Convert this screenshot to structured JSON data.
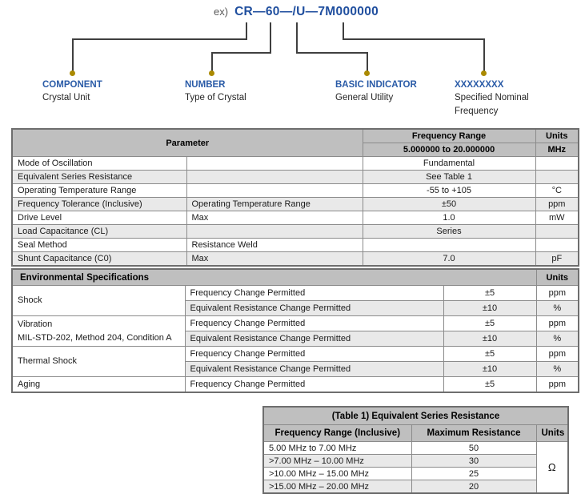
{
  "diagram": {
    "example_prefix": "ex)",
    "part_number": "CR—60—/U—7M000000",
    "labels": [
      {
        "title": "COMPONENT",
        "subtitle": "Crystal Unit"
      },
      {
        "title": "NUMBER",
        "subtitle": "Type of Crystal"
      },
      {
        "title": "BASIC INDICATOR",
        "subtitle": "General Utility"
      },
      {
        "title": "XXXXXXXX",
        "subtitle": "Specified Nominal Frequency"
      }
    ]
  },
  "spec_table": {
    "param_header": "Parameter",
    "freq_header": "Frequency Range",
    "freq_value": "5.000000 to 20.000000",
    "units_header": "Units",
    "units_value": "MHz",
    "rows": [
      {
        "param": "Mode of Oscillation",
        "condition": "",
        "value": "Fundamental",
        "unit": ""
      },
      {
        "param": "Equivalent Series Resistance",
        "condition": "",
        "value": "See Table 1",
        "unit": ""
      },
      {
        "param": "Operating Temperature Range",
        "condition": "",
        "value": "-55 to +105",
        "unit": "°C"
      },
      {
        "param": "Frequency Tolerance (Inclusive)",
        "condition": "Operating Temperature Range",
        "value": "±50",
        "unit": "ppm"
      },
      {
        "param": "Drive Level",
        "condition": "Max",
        "value": "1.0",
        "unit": "mW"
      },
      {
        "param": "Load Capacitance (CL)",
        "condition": "",
        "value": "Series",
        "unit": ""
      },
      {
        "param": "Seal Method",
        "condition": "Resistance Weld",
        "value": "",
        "unit": ""
      },
      {
        "param": "Shunt Capacitance (C0)",
        "condition": "Max",
        "value": "7.0",
        "unit": "pF"
      }
    ]
  },
  "env_table": {
    "title": "Environmental Specifications",
    "units_header": "Units",
    "groups": [
      {
        "label": "Shock",
        "label2": "",
        "rows": [
          {
            "desc": "Frequency Change Permitted",
            "value": "±5",
            "unit": "ppm"
          },
          {
            "desc": "Equivalent Resistance Change Permitted",
            "value": "±10",
            "unit": "%"
          }
        ]
      },
      {
        "label": "Vibration",
        "label2": "MIL-STD-202, Method 204, Condition A",
        "rows": [
          {
            "desc": "Frequency Change Permitted",
            "value": "±5",
            "unit": "ppm"
          },
          {
            "desc": "Equivalent Resistance Change Permitted",
            "value": "±10",
            "unit": "%"
          }
        ]
      },
      {
        "label": "Thermal Shock",
        "label2": "",
        "rows": [
          {
            "desc": "Frequency Change Permitted",
            "value": "±5",
            "unit": "ppm"
          },
          {
            "desc": "Equivalent Resistance Change Permitted",
            "value": "±10",
            "unit": "%"
          }
        ]
      },
      {
        "label": "Aging",
        "label2": "",
        "rows": [
          {
            "desc": "Frequency Change Permitted",
            "value": "±5",
            "unit": "ppm"
          }
        ]
      }
    ]
  },
  "resistance_table": {
    "title": "(Table 1) Equivalent Series Resistance",
    "headers": {
      "range": "Frequency Range (Inclusive)",
      "resistance": "Maximum Resistance",
      "units": "Units"
    },
    "rows": [
      {
        "range": "5.00 MHz to 7.00 MHz",
        "resistance": "50"
      },
      {
        "range": ">7.00 MHz – 10.00 MHz",
        "resistance": "30"
      },
      {
        "range": ">10.00 MHz – 15.00 MHz",
        "resistance": "25"
      },
      {
        "range": ">15.00 MHz – 20.00 MHz",
        "resistance": "20"
      }
    ],
    "units_value": "Ω"
  },
  "colors": {
    "header_gray": "#bfbfbf",
    "alt_row_gray": "#e9e9e9",
    "label_blue": "#2a5ba7",
    "part_number_blue": "#1f4e9e",
    "dot_gold": "#ab8a00"
  }
}
